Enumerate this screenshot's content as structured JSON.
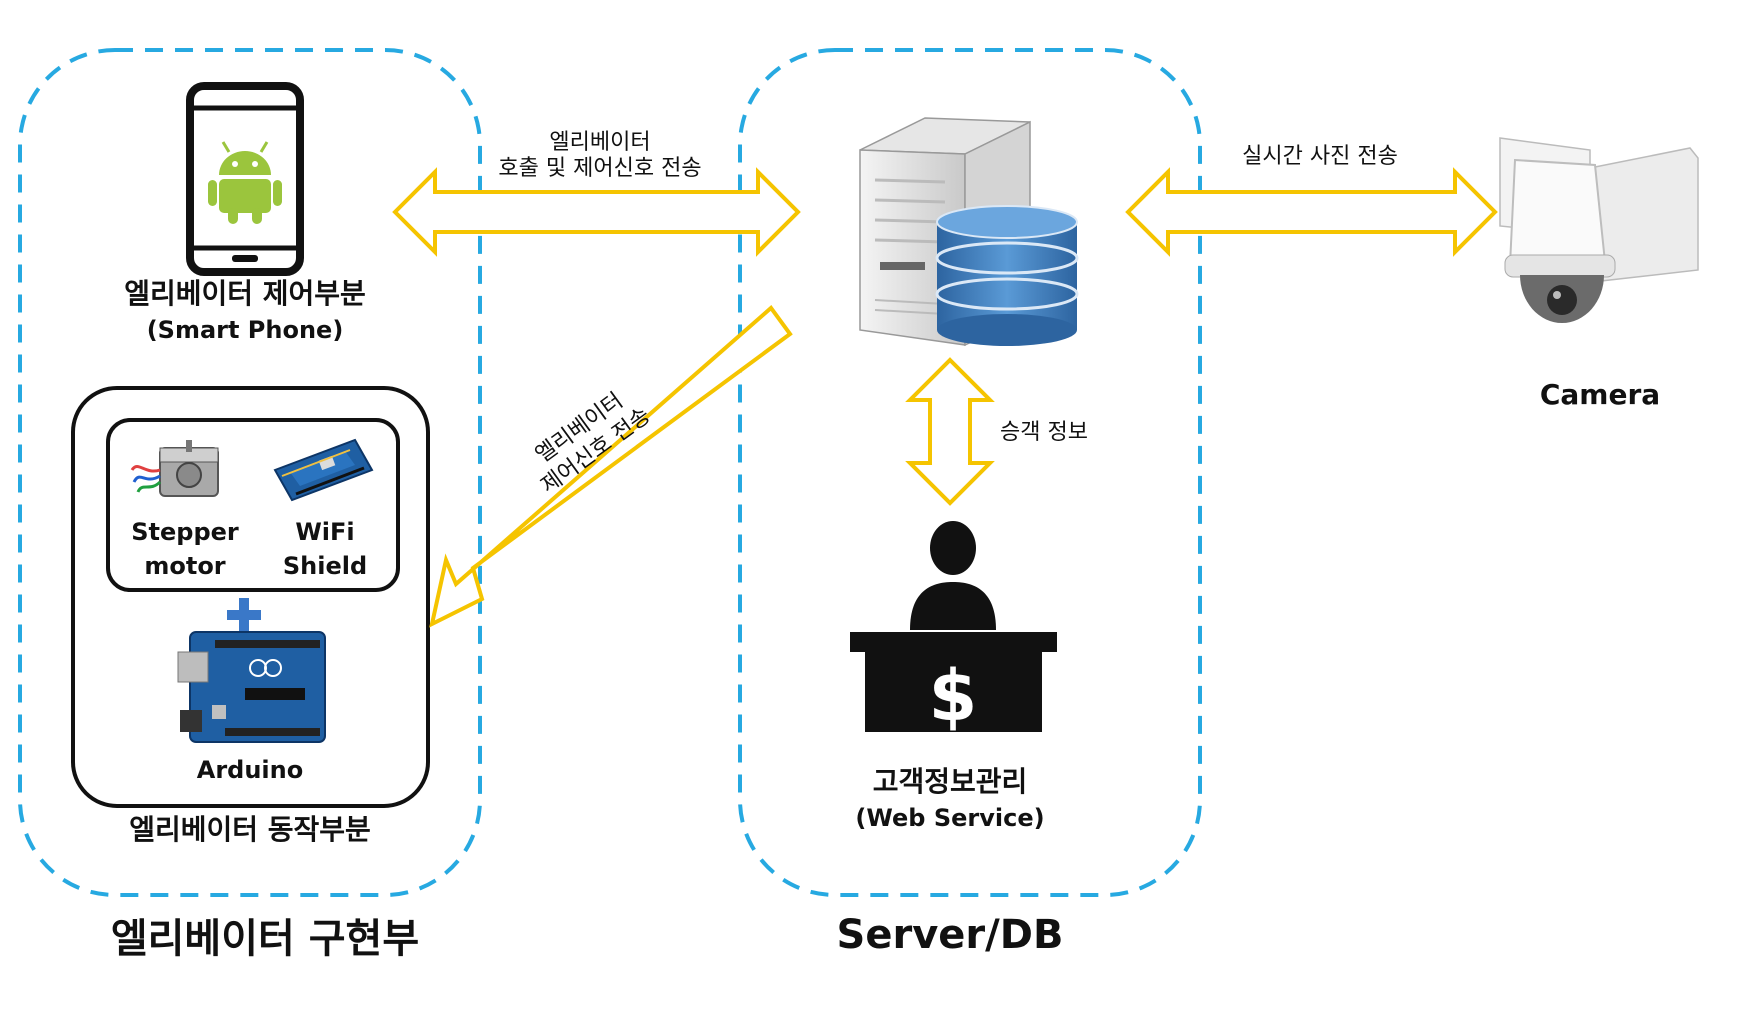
{
  "groups": {
    "elevator": {
      "title": "엘리베이터 구현부"
    },
    "server": {
      "title": "Server/DB"
    }
  },
  "nodes": {
    "phone": {
      "title": "엘리베이터 제어부분",
      "subtitle": "(Smart Phone)",
      "icon": "android-phone-icon"
    },
    "operation": {
      "title": "엘리베이터 동작부분",
      "stepper": [
        "Stepper",
        "motor"
      ],
      "wifi": [
        "WiFi",
        "Shield"
      ],
      "arduino": "Arduino",
      "plus": "+"
    },
    "server": {
      "icon": "server-database-icon"
    },
    "webservice": {
      "title": "고객정보관리",
      "subtitle": "(Web Service)",
      "symbol": "$",
      "icon": "clerk-desk-icon"
    },
    "camera": {
      "title": "Camera",
      "icon": "ptz-camera-icon"
    }
  },
  "edges": {
    "phone_server": {
      "line1": "엘리베이터",
      "line2": "호출 및 제어신호 전송"
    },
    "server_arduino": {
      "line1": "엘리베이터",
      "line2": "제어신호 전송"
    },
    "server_camera": {
      "label": "실시간 사진 전송"
    },
    "server_web": {
      "label": "승객 정보"
    }
  },
  "colors": {
    "group_border": "#27a9e1",
    "arrow_stroke": "#f5c400",
    "arrow_fill": "#ffffff",
    "android_green": "#9bc53d",
    "db_blue": "#3d7ab8",
    "board_blue": "#1f5fa3",
    "plus_blue": "#3a78c8"
  }
}
